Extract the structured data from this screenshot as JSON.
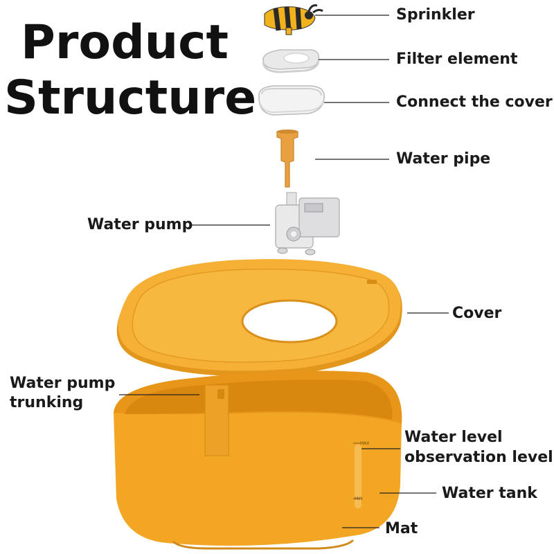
{
  "title": {
    "line1": "Product",
    "line2": "Structure"
  },
  "labels": {
    "sprinkler": "Sprinkler",
    "filter_element": "Filter element",
    "connect_cover": "Connect the cover",
    "water_pipe": "Water pipe",
    "water_pump": "Water pump",
    "cover": "Cover",
    "pump_trunking_1": "Water pump",
    "pump_trunking_2": "trunking",
    "level_obs_1": "Water level",
    "level_obs_2": "observation level",
    "water_tank": "Water tank",
    "mat": "Mat",
    "max_mark": "MAX",
    "min_mark": "MIN"
  },
  "colors": {
    "tank_orange": "#f2a623",
    "tank_shade": "#e09214",
    "cover_orange": "#f6b035",
    "pipe_orange": "#e8a040",
    "filter_gray": "#e6e6e6",
    "pump_gray": "#e9e9ea"
  }
}
